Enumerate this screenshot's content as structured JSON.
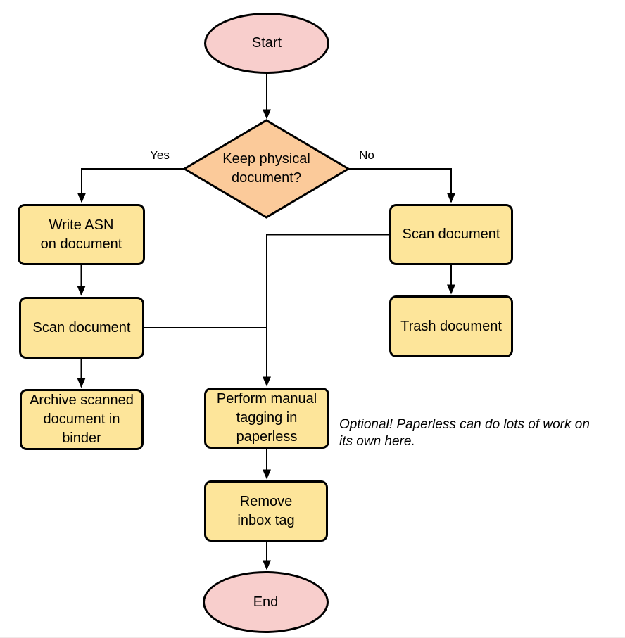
{
  "diagram": {
    "colors": {
      "terminal_fill": "#f8cecc",
      "decision_fill": "#fbca9a",
      "process_fill": "#fde59a",
      "stroke": "#000000",
      "background": "#ffffff"
    },
    "nodes": {
      "start": {
        "type": "terminal",
        "label": "Start"
      },
      "decision": {
        "type": "decision",
        "label": "Keep physical\ndocument?"
      },
      "write_asn": {
        "type": "process",
        "label": "Write ASN\non document"
      },
      "scan_left": {
        "type": "process",
        "label": "Scan document"
      },
      "archive": {
        "type": "process",
        "label": "Archive scanned\ndocument in\nbinder"
      },
      "scan_right": {
        "type": "process",
        "label": "Scan document"
      },
      "trash": {
        "type": "process",
        "label": "Trash document"
      },
      "perform": {
        "type": "process",
        "label": "Perform manual\ntagging in\npaperless"
      },
      "remove": {
        "type": "process",
        "label": "Remove\ninbox tag"
      },
      "end": {
        "type": "terminal",
        "label": "End"
      }
    },
    "edge_labels": {
      "yes": "Yes",
      "no": "No"
    },
    "annotation": "Optional! Paperless can do lots of work on\nits own here."
  }
}
